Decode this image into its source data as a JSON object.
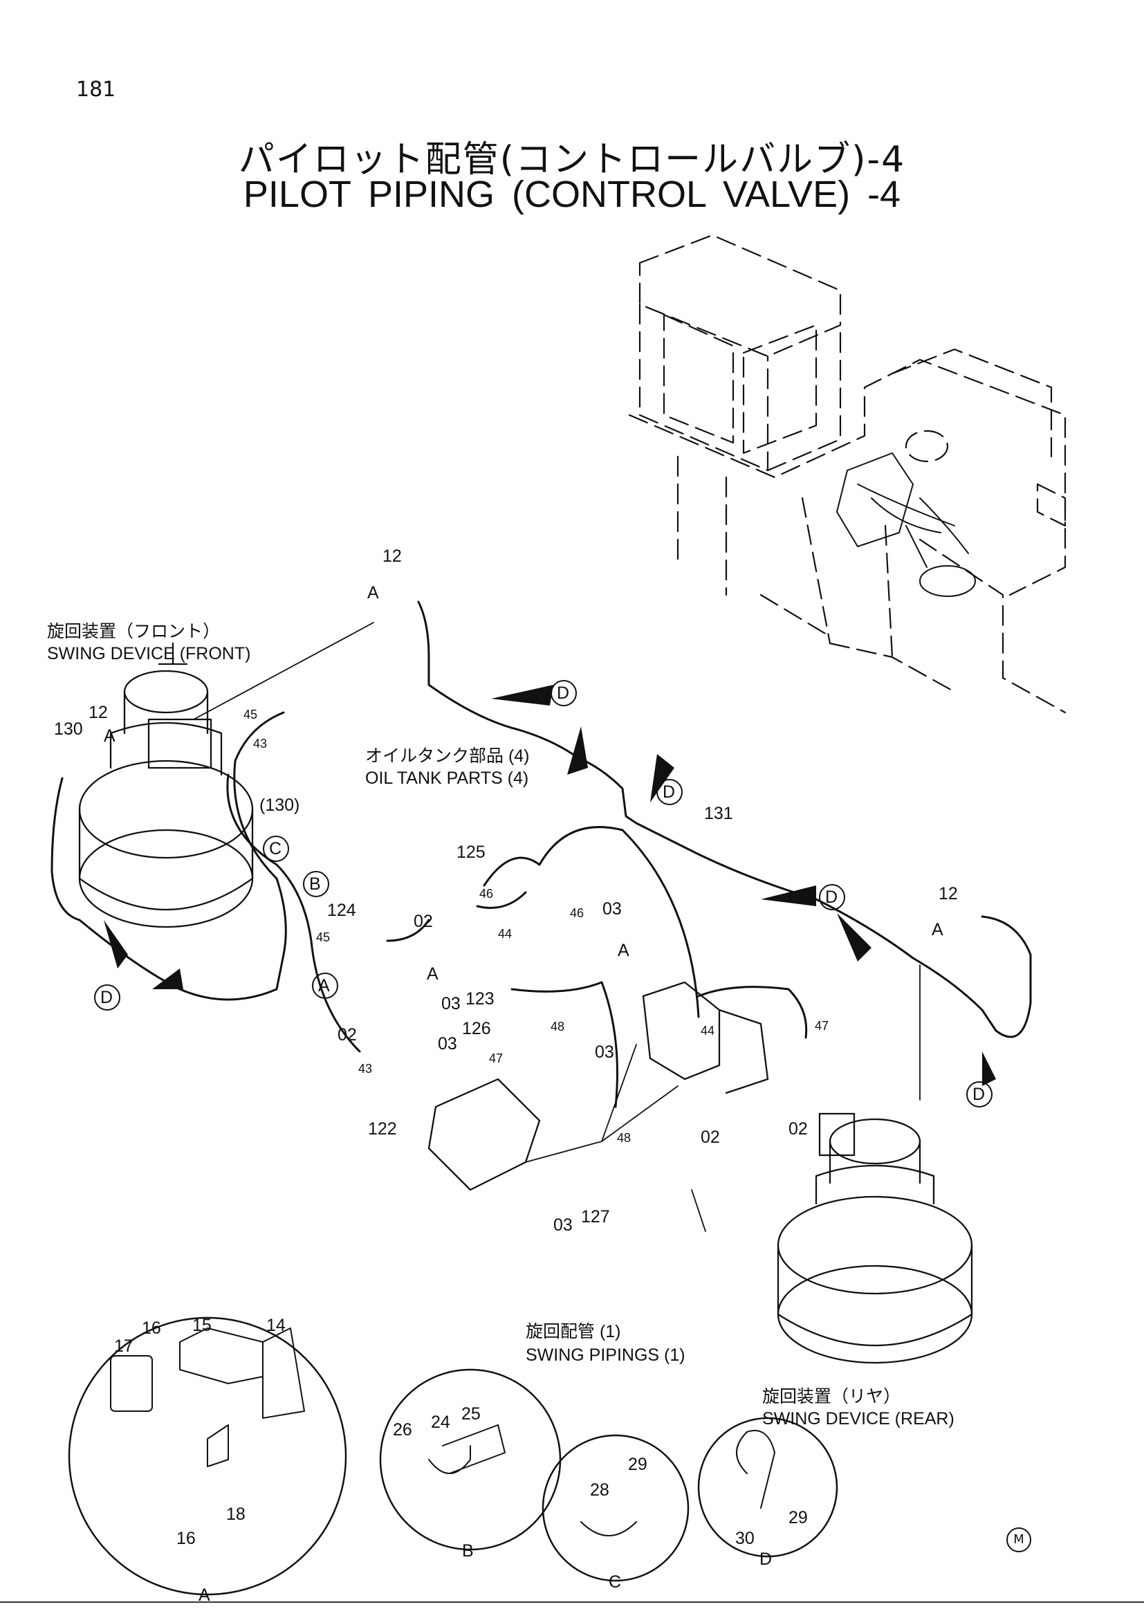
{
  "page": {
    "number": "181"
  },
  "title": {
    "jp": "パイロット配管(コントロールバルブ)-4",
    "en": "PILOT   PIPING (CONTROL   VALVE) -4"
  },
  "labels": {
    "swing_front_jp": "旋回装置（フロント）",
    "swing_front_en": "SWING DEVICE (FRONT)",
    "oil_tank_jp": "オイルタンク部品 (4)",
    "oil_tank_en": "OIL TANK PARTS (4)",
    "swing_pipings_jp": "旋回配管 (1)",
    "swing_pipings_en": "SWING PIPINGS (1)",
    "swing_rear_jp": "旋回装置（リヤ）",
    "swing_rear_en": "SWING DEVICE (REAR)"
  },
  "callouts": [
    "A",
    "B",
    "C",
    "D"
  ],
  "part_numbers": {
    "p12a": "12",
    "p12b": "12",
    "p12c": "12",
    "p130": "130",
    "p130b": "(130)",
    "p131": "131",
    "p45a": "45",
    "p43a": "43",
    "p45b": "45",
    "p43b": "43",
    "p124": "124",
    "p125": "125",
    "p46a": "46",
    "p46b": "46",
    "p44a": "44",
    "p44b": "44",
    "p123": "123",
    "p122": "122",
    "p126": "126",
    "p47a": "47",
    "p47b": "47",
    "p48a": "48",
    "p48b": "48",
    "p127": "127",
    "p02a": "02",
    "p02b": "02",
    "p02c": "02",
    "p02d": "02",
    "p03a": "03",
    "p03b": "03",
    "p03c": "03",
    "p03d": "03",
    "p03e": "03",
    "p14": "14",
    "p15": "15",
    "p16a": "16",
    "p16b": "16",
    "p17": "17",
    "p18": "18",
    "p24": "24",
    "p25": "25",
    "p26": "26",
    "p28": "28",
    "p29a": "29",
    "p29b": "29",
    "p30": "30"
  },
  "detail_labels": {
    "a": "A",
    "b": "B",
    "c": "C",
    "d": "D"
  },
  "mark": "M"
}
